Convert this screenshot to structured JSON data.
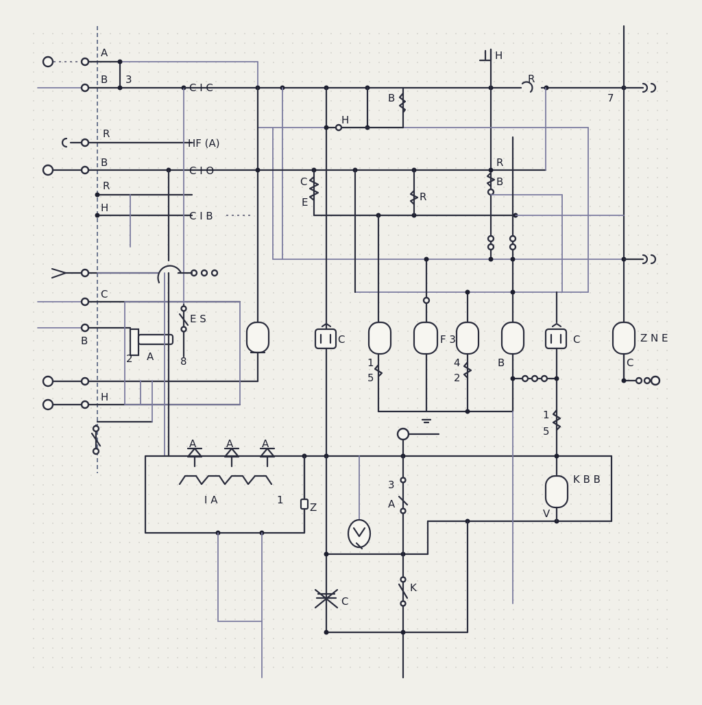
{
  "colors": {
    "paper": "#f1f0ea",
    "ink": "#2a2c3c",
    "secondary_wire": "#7a7a9e"
  },
  "labels": {
    "a_top": "A",
    "b_top": "B",
    "three": "3",
    "c1c": "C I C",
    "r_left1": "R",
    "hf_a": "HF (A)",
    "b_left2": "B",
    "c10": "C I O",
    "r_left2": "R",
    "h_left": "H",
    "c1b": "C I B",
    "c_left": "C",
    "b_left3": "B",
    "h_left2": "H",
    "two_small": "2",
    "a_relay": "A",
    "e_vert": "E S",
    "eight": "8",
    "th_top": "H",
    "r_top": "R",
    "b_sw": "B",
    "h_mid": "H",
    "q7": "7",
    "c_coil": "C",
    "e_coil": "E",
    "r_mid": "R",
    "r_right": "R",
    "b_right": "B",
    "c_cap1": "C",
    "lbl_1": "1",
    "lbl_5": "5",
    "lbl_f3": "F 3",
    "lbl_4": "4",
    "lbl_2": "2",
    "lbl_b": "B",
    "c_cap2": "C",
    "lbl_1b": "1",
    "lbl_5b": "5",
    "zne": "Z N E",
    "c_right": "C",
    "diode_a1": "A",
    "diode_a2": "A",
    "diode_a3": "A",
    "ia": "I A",
    "z_small": "Z",
    "one_small": "1",
    "three_low": "3",
    "a_low": "A",
    "k_bottom": "K",
    "c_bottom": "C",
    "kbb": "K B B",
    "v_low": "V"
  }
}
